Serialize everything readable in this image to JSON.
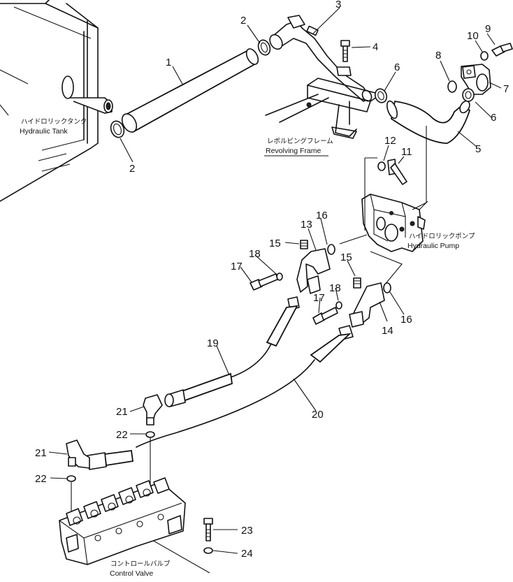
{
  "labels": {
    "hydraulic_tank_jp": "ハイドロリックタンク",
    "hydraulic_tank_en": "Hydraulic  Tank",
    "revolving_frame_jp": "レボルビングフレーム",
    "revolving_frame_en": "Revolving  Frame",
    "hydraulic_pump_jp": "ハイドロリックポンプ",
    "hydraulic_pump_en": "Hydraulic  Pump",
    "control_valve_jp": "コントロールバルブ",
    "control_valve_en": "Control  Valve"
  },
  "callouts": [
    {
      "id": "c1",
      "number": "1"
    },
    {
      "id": "c2a",
      "number": "2"
    },
    {
      "id": "c2b",
      "number": "2"
    },
    {
      "id": "c3",
      "number": "3"
    },
    {
      "id": "c4",
      "number": "4"
    },
    {
      "id": "c5",
      "number": "5"
    },
    {
      "id": "c6a",
      "number": "6"
    },
    {
      "id": "c6b",
      "number": "6"
    },
    {
      "id": "c7",
      "number": "7"
    },
    {
      "id": "c8",
      "number": "8"
    },
    {
      "id": "c9",
      "number": "9"
    },
    {
      "id": "c10",
      "number": "10"
    },
    {
      "id": "c11",
      "number": "11"
    },
    {
      "id": "c12",
      "number": "12"
    },
    {
      "id": "c13",
      "number": "13"
    },
    {
      "id": "c14",
      "number": "14"
    },
    {
      "id": "c15a",
      "number": "15"
    },
    {
      "id": "c15b",
      "number": "15"
    },
    {
      "id": "c16a",
      "number": "16"
    },
    {
      "id": "c16b",
      "number": "16"
    },
    {
      "id": "c17a",
      "number": "17"
    },
    {
      "id": "c17b",
      "number": "17"
    },
    {
      "id": "c18a",
      "number": "18"
    },
    {
      "id": "c18b",
      "number": "18"
    },
    {
      "id": "c19",
      "number": "19"
    },
    {
      "id": "c20",
      "number": "20"
    },
    {
      "id": "c21a",
      "number": "21"
    },
    {
      "id": "c21b",
      "number": "21"
    },
    {
      "id": "c22a",
      "number": "22"
    },
    {
      "id": "c22b",
      "number": "22"
    },
    {
      "id": "c23",
      "number": "23"
    },
    {
      "id": "c24",
      "number": "24"
    }
  ]
}
